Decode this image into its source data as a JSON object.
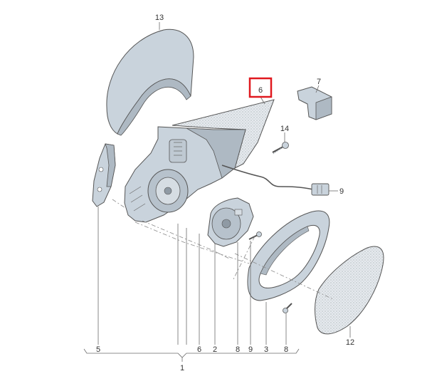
{
  "labels": {
    "p13": "13",
    "p6_top": "6",
    "p7": "7",
    "p14": "14",
    "p9_right": "9",
    "p5": "5",
    "p6_bottom": "6",
    "p2": "2",
    "p8_left": "8",
    "p9_bottom": "9",
    "p3": "3",
    "p8_right": "8",
    "p12": "12",
    "p1": "1"
  },
  "highlight": {
    "part": "6",
    "color": "#e0191f"
  },
  "colors": {
    "part_fill": "#c9d3dc",
    "part_shade": "#aeb9c3",
    "line": "#555555"
  }
}
